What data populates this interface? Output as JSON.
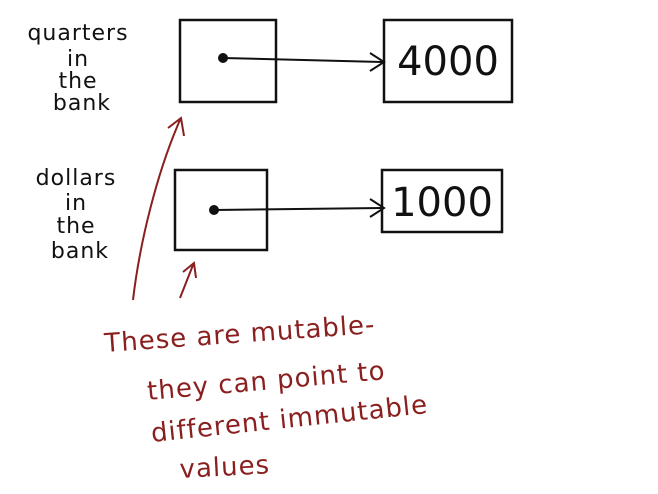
{
  "variables": [
    {
      "label_lines": [
        "quarters",
        "in",
        "the",
        "bank"
      ],
      "value": "4000"
    },
    {
      "label_lines": [
        "dollars",
        "in",
        "the",
        "bank"
      ],
      "value": "1000"
    }
  ],
  "note": {
    "lines": [
      "These are mutable-",
      "they can point to",
      "different immutable",
      "values"
    ]
  },
  "colors": {
    "ink": "#111111",
    "note_ink": "#8a1f1f",
    "background": "#ffffff"
  }
}
